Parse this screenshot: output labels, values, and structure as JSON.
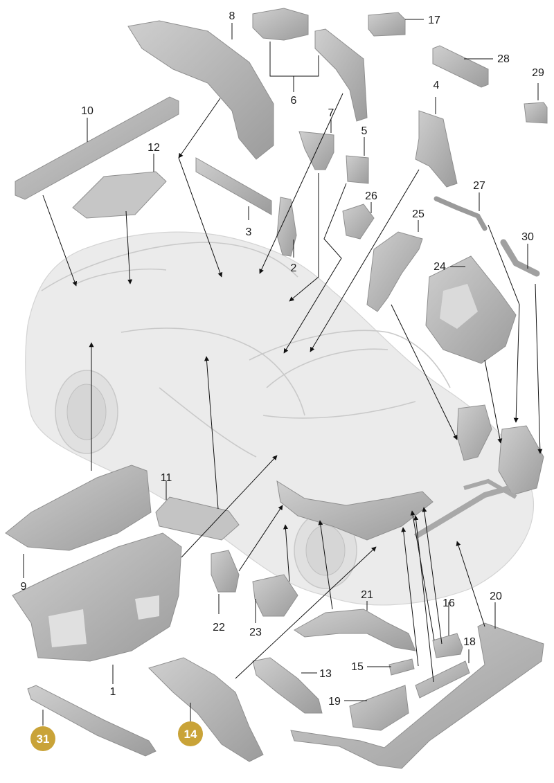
{
  "colors": {
    "badge": "#c9a338",
    "part_fill": "#b9b9b9",
    "part_dark": "#9a9a9a",
    "car_body": "#ececec",
    "leader": "#111111"
  },
  "callouts": [
    {
      "id": "label-1",
      "text": "1"
    },
    {
      "id": "label-2",
      "text": "2"
    },
    {
      "id": "label-3",
      "text": "3"
    },
    {
      "id": "label-4",
      "text": "4"
    },
    {
      "id": "label-5",
      "text": "5"
    },
    {
      "id": "label-6",
      "text": "6"
    },
    {
      "id": "label-7",
      "text": "7"
    },
    {
      "id": "label-8",
      "text": "8"
    },
    {
      "id": "label-9",
      "text": "9"
    },
    {
      "id": "label-10",
      "text": "10"
    },
    {
      "id": "label-11",
      "text": "11"
    },
    {
      "id": "label-12",
      "text": "12"
    },
    {
      "id": "label-13",
      "text": "13"
    },
    {
      "id": "label-15",
      "text": "15"
    },
    {
      "id": "label-16",
      "text": "16"
    },
    {
      "id": "label-17",
      "text": "17"
    },
    {
      "id": "label-18",
      "text": "18"
    },
    {
      "id": "label-19",
      "text": "19"
    },
    {
      "id": "label-20",
      "text": "20"
    },
    {
      "id": "label-21",
      "text": "21"
    },
    {
      "id": "label-22",
      "text": "22"
    },
    {
      "id": "label-23",
      "text": "23"
    },
    {
      "id": "label-24",
      "text": "24"
    },
    {
      "id": "label-25",
      "text": "25"
    },
    {
      "id": "label-26",
      "text": "26"
    },
    {
      "id": "label-27",
      "text": "27"
    },
    {
      "id": "label-28",
      "text": "28"
    },
    {
      "id": "label-29",
      "text": "29"
    },
    {
      "id": "label-30",
      "text": "30"
    }
  ],
  "badges": [
    {
      "id": "badge-31",
      "text": "31"
    },
    {
      "id": "badge-14",
      "text": "14"
    }
  ]
}
